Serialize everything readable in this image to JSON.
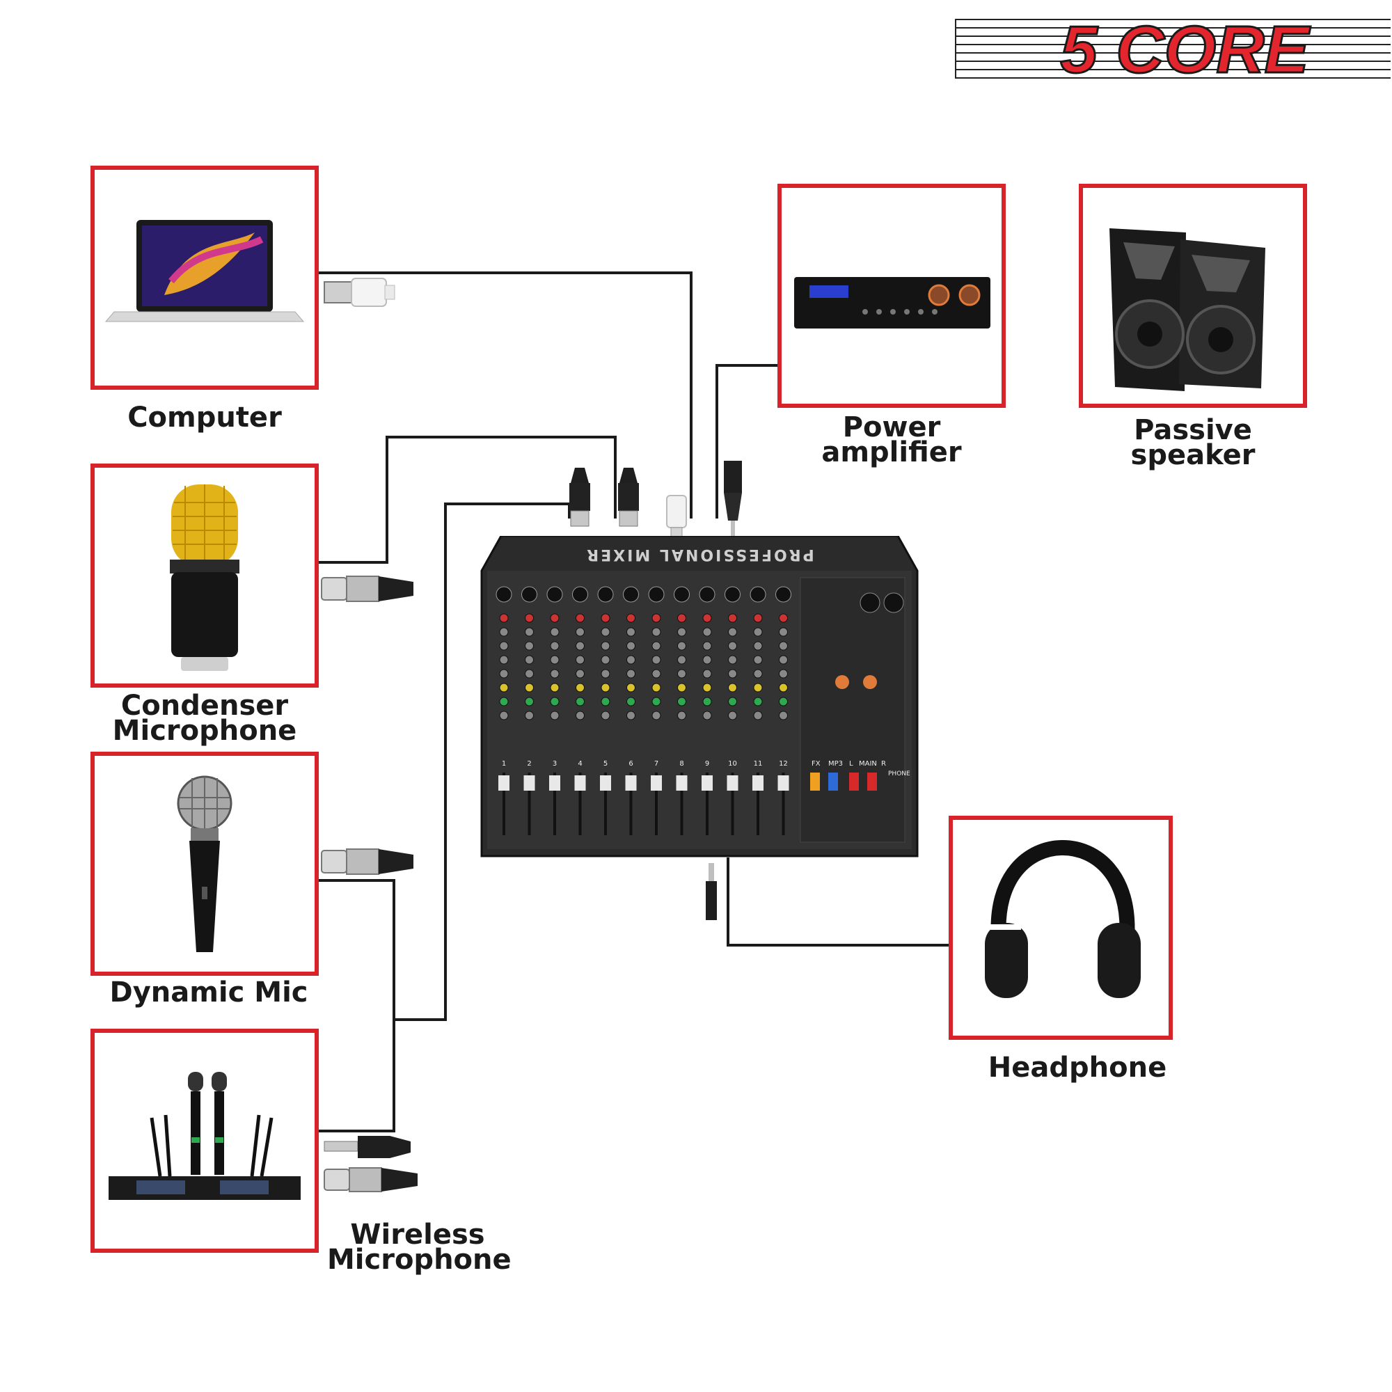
{
  "brand": {
    "logo_text": "5 CORE"
  },
  "devices": {
    "computer": {
      "label": "Computer"
    },
    "condenser": {
      "label": "Condenser Microphone"
    },
    "dynamic": {
      "label": "Dynamic Mic"
    },
    "wireless": {
      "label": "Wireless Microphone"
    },
    "amplifier": {
      "label": "Power amplifier"
    },
    "speaker": {
      "label": "Passive speaker"
    },
    "headphone": {
      "label": "Headphone"
    }
  },
  "mixer": {
    "panel_text": "PROFESSIONAL MIXER",
    "channels": [
      "1",
      "2",
      "3",
      "4",
      "5",
      "6",
      "7",
      "8",
      "9",
      "10",
      "11",
      "12"
    ],
    "master_labels": [
      "FX",
      "MP3",
      "L",
      "MAIN",
      "R",
      "PHONE"
    ]
  },
  "colors": {
    "frame": "#d8232a",
    "cable": "#1a1a1a",
    "logo_red": "#e3262d"
  }
}
